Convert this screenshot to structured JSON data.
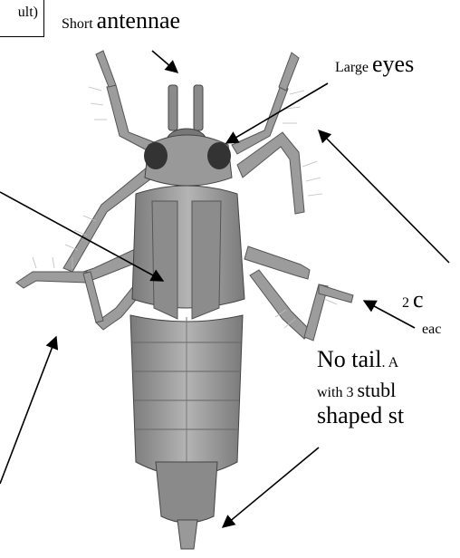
{
  "figure": {
    "box_label": "ult)",
    "labels": {
      "antennae": {
        "small": "Short",
        "large": "antennae"
      },
      "eyes": {
        "small": "Large",
        "large": "eyes"
      },
      "claws_line1": {
        "small": "2",
        "large": "c"
      },
      "claws_line2": "eac",
      "tail_line1": {
        "large": "No tail",
        "small": ". A"
      },
      "tail_line2": {
        "small": "with 3",
        "large": "stubl"
      },
      "tail_line3": "shaped st"
    },
    "colors": {
      "ink": "#000000",
      "body": "#9a9a9a",
      "body_dark": "#6f6f6f",
      "hair": "#bdbdbd"
    }
  }
}
